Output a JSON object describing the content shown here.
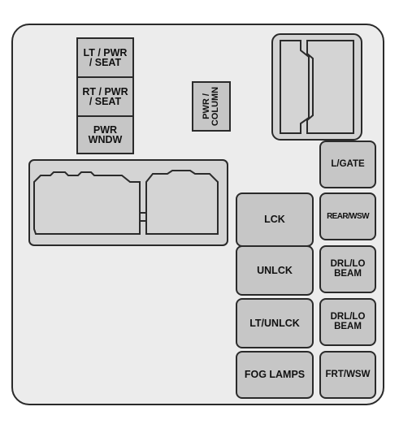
{
  "fuses": {
    "lt_pwr_seat": "LT / PWR\n/ SEAT",
    "rt_pwr_seat": "RT / PWR\n/ SEAT",
    "pwr_wndw": "PWR\nWNDW",
    "pwr_column": "PWR /\nCOLUMN",
    "l_gate": "L/GATE",
    "rear_wsw": "REAR/WSW",
    "drl_lo_beam_1": "DRL/LO\nBEAM",
    "drl_lo_beam_2": "DRL/LO\nBEAM",
    "frt_wsw": "FRT/WSW",
    "lck": "LCK",
    "unlck": "UNLCK",
    "lt_unlck": "LT/UNLCK",
    "fog_lamps": "FOG LAMPS"
  }
}
